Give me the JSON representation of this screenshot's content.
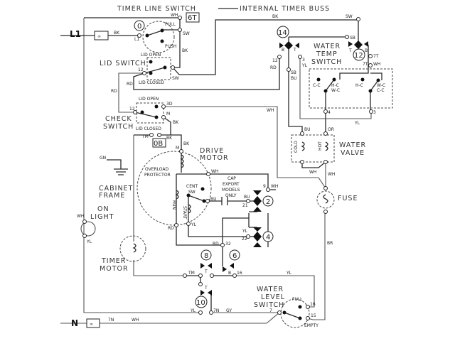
{
  "titles": {
    "timer_line_switch": "TIMER LINE SWITCH",
    "internal_timer_buss": "INTERNAL TIMER BUSS"
  },
  "lines": {
    "l1": "L1",
    "n": "N"
  },
  "components": {
    "lid_switch": "LID SWITCH",
    "check_switch": [
      "CHECK",
      "SWITCH"
    ],
    "drive_motor": [
      "DRIVE",
      "MOTOR"
    ],
    "overload_protector": [
      "OVERLOAD",
      "PROTECTOR"
    ],
    "cabinet_frame": [
      "CABINET",
      "FRAME"
    ],
    "on_light": [
      "ON",
      "LIGHT"
    ],
    "timer_motor": [
      "TIMER",
      "MOTOR"
    ],
    "water_temp_switch": [
      "WATER",
      "TEMP",
      "SWITCH"
    ],
    "water_valve": [
      "WATER",
      "VALVE"
    ],
    "fuse": "FUSE",
    "water_level_switch": [
      "WATER",
      "LEVEL",
      "SWITCH"
    ],
    "cap_note": [
      "CAP",
      "EXPORT",
      "MODELS",
      "ONLY"
    ],
    "cent_sw": [
      "CENT",
      "SW"
    ],
    "run": "RUN",
    "start": "START",
    "cold": "COLD",
    "hot": "HOT"
  },
  "switch_positions": {
    "pull": "PULL",
    "push": "PUSH",
    "lid_open": "LID OPEN",
    "lid_closed": "LID CLOSED",
    "full": "FULL",
    "empty": "EMPTY",
    "cc": "C-C",
    "hc_wc": [
      "H-C",
      "W-C"
    ],
    "hc": "H-C",
    "wc_cc": [
      "W-C",
      "C-C"
    ]
  },
  "timer_contacts": {
    "c0": "0",
    "c14": "14",
    "c12": "12",
    "c2": "2",
    "c4": "4",
    "c8": "8",
    "c6": "6",
    "c10": "10",
    "box_6t": "6T",
    "box_0b": "0B"
  },
  "wire_labels": {
    "top_wh": "WH",
    "l1_bk": "BK",
    "l1_term": "L1",
    "sw1": "SW",
    "bk1": "BK",
    "lid_12": "12",
    "lid_sw": "SW",
    "rd1": "RD",
    "rd2": "RD",
    "chk_12": "12",
    "chk_3d": "3D",
    "chk_m": "M",
    "wh1": "WH",
    "bk2": "BK",
    "tm1": "TM",
    "bk3": "BK",
    "m_motor": "M",
    "bk4": "BK",
    "wh_motor": "WH",
    "bu_cent": "BU",
    "bu2": "BU",
    "t21": "21",
    "t9": "9",
    "wh9": "WH",
    "yl_start": "YL",
    "yl22": "YL",
    "t22": "22",
    "rd_run": "RD",
    "rd32": "RD",
    "t32": "32",
    "gn": "GN",
    "wh_light": "WH",
    "yl_light": "YL",
    "tm2": "TM",
    "t8": "T",
    "b6": "B",
    "t16": "16",
    "yl16": "YL",
    "t10": "T",
    "yl_bot": "YL",
    "t7n": "7N",
    "gy": "GY",
    "t7": "7",
    "wl16": "16",
    "wl15": "15",
    "n7n": "7N",
    "nwh": "WH",
    "br": "BR",
    "sw_top": "SW",
    "bk_top": "BK",
    "sb": "SB",
    "t12": "12",
    "rd_12": "RD",
    "b14": "B",
    "t14": "T",
    "t3": "3",
    "yl3": "YL",
    "sb2": "SB",
    "bu3": "BU",
    "t12t": "T",
    "b12": "B",
    "t7t": "7T",
    "t7t2": "7T",
    "wh7t": "WH",
    "t4": "4",
    "t3b": "3",
    "yl_temp": "YL",
    "bu_valve": "BU",
    "or_valve": "OR",
    "wh_valve": "WH",
    "wh_fuse": "WH"
  }
}
